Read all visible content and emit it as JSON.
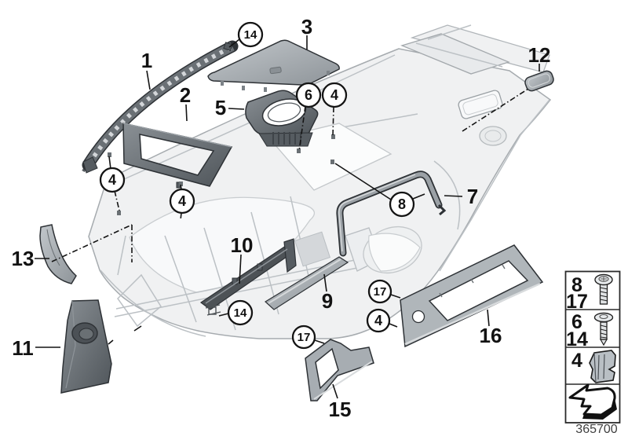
{
  "diagram": {
    "part_number": "365700"
  },
  "callouts": {
    "plain": {
      "p1": "1",
      "p2": "2",
      "p3": "3",
      "p5": "5",
      "p7": "7",
      "p9": "9",
      "p10": "10",
      "p11": "11",
      "p12": "12",
      "p13": "13",
      "p15": "15",
      "p16": "16"
    },
    "circled": {
      "roof_strip_clip_14": "14",
      "speaker_screw_6": "6",
      "roof_clip_4": "4",
      "left_clip_4": "4",
      "center_clip_4": "4",
      "pillar_screw_8": "8",
      "lower_clip_14": "14",
      "dash_screw_17": "17",
      "dash_clip_4": "4",
      "glovebox_screw_17": "17"
    }
  },
  "legend": {
    "rows": [
      {
        "labels": [
          "8",
          "17"
        ],
        "icon": "pan-head-screw-icon"
      },
      {
        "labels": [
          "6",
          "14"
        ],
        "icon": "flange-screw-icon"
      },
      {
        "labels": [
          "4"
        ],
        "icon": "spring-clip-icon"
      },
      {
        "labels": [],
        "icon": "direction-arrow-icon"
      }
    ]
  },
  "colors": {
    "line": "#141414",
    "part_dark": "#4f555a",
    "part_mid": "#8e9499",
    "body_light": "#f0f1f2"
  }
}
